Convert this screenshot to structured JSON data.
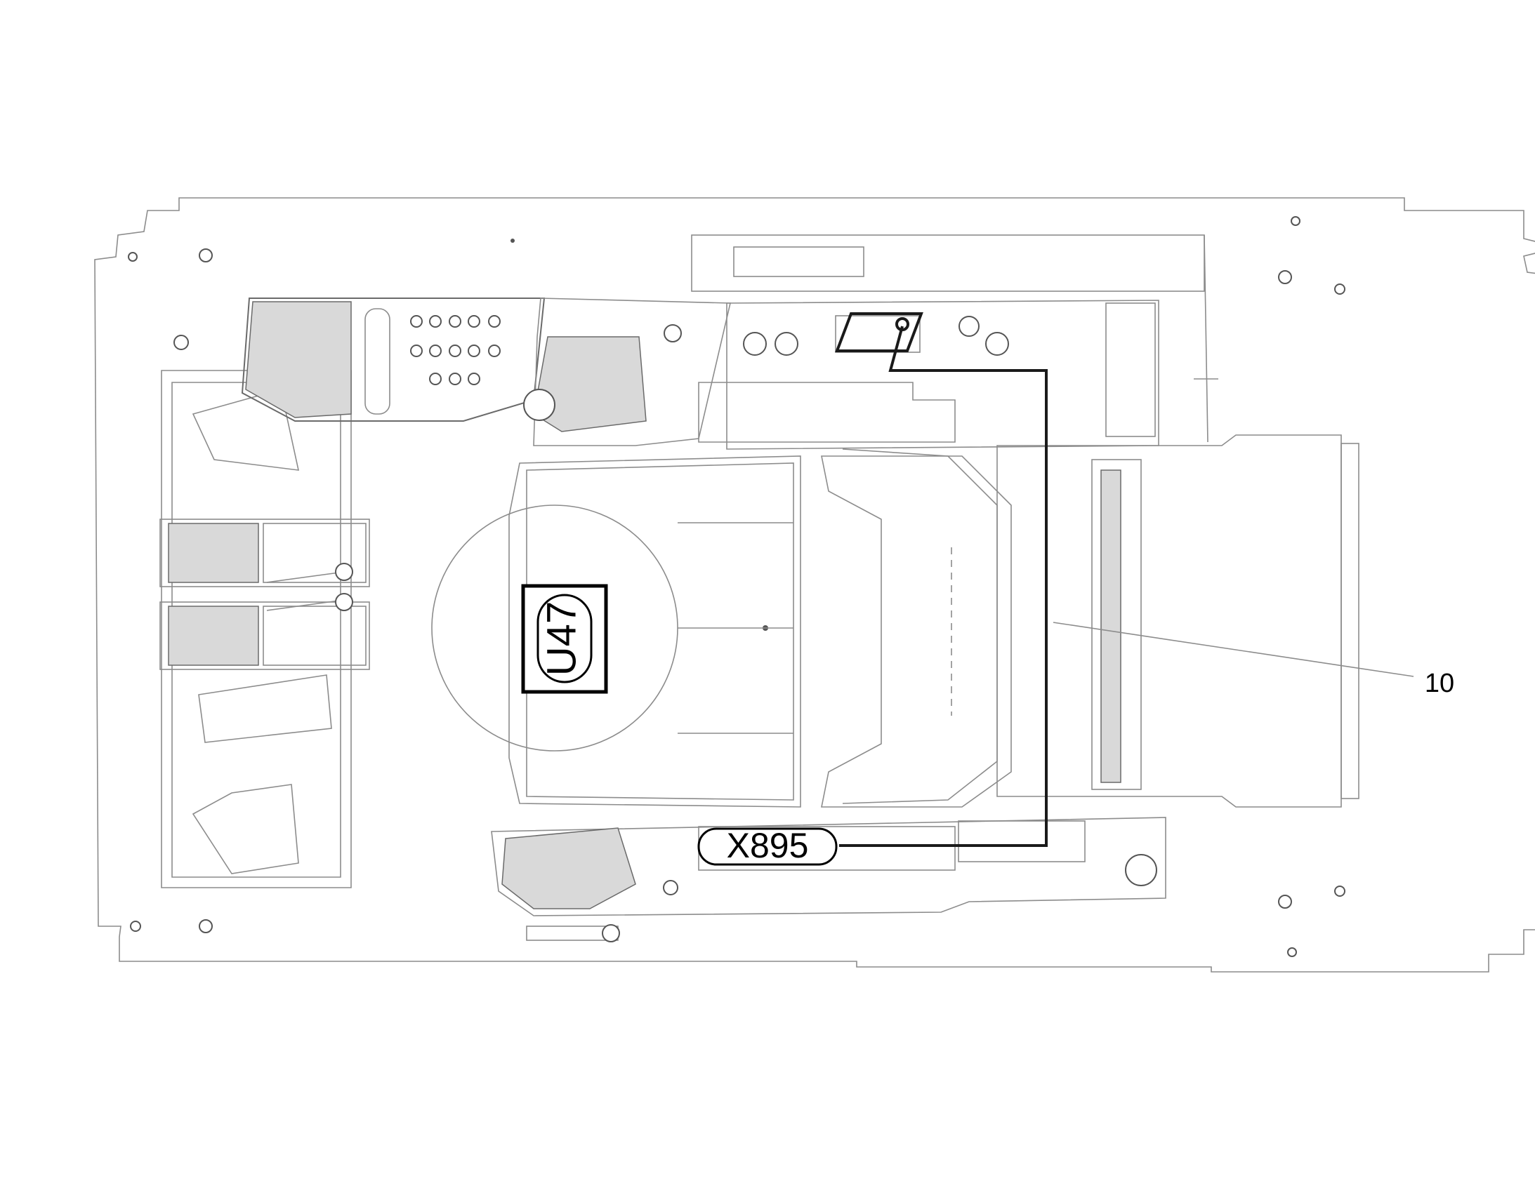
{
  "labels": {
    "module": "U47",
    "connector": "X895",
    "callout": "10"
  },
  "colors": {
    "outline": "#8c8c8c",
    "harness": "#1a1a1a",
    "background": "#ffffff"
  }
}
